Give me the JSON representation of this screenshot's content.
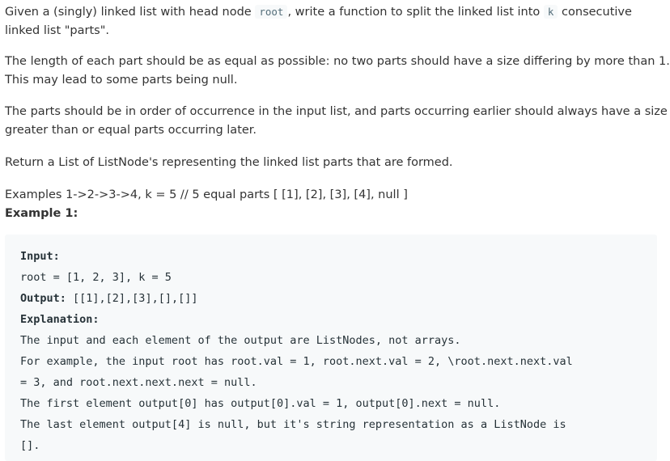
{
  "para1": {
    "part1": "Given a (singly) linked list with head node ",
    "code1": "root",
    "part2": ", write a function to split the linked list into ",
    "code2": "k",
    "part3": " consecutive",
    "line2": "linked list \"parts\"."
  },
  "para2": {
    "line1": "The length of each part should be as equal as possible: no two parts should have a size differing by more than 1.",
    "line2": "This may lead to some parts being null."
  },
  "para3": {
    "line1": "The parts should be in order of occurrence in the input list, and parts occurring earlier should always have a size",
    "line2": "greater than or equal parts occurring later."
  },
  "para4": "Return a List of ListNode's representing the linked list parts that are formed.",
  "examples_line": "Examples 1->2->3->4, k = 5 // 5 equal parts [ [1], [2], [3], [4], null ]",
  "example_heading": "Example 1:",
  "code_block": {
    "input_label": "Input:",
    "input_value": "root = [1, 2, 3], k = 5",
    "output_label": "Output:",
    "output_value": " [[1],[2],[3],[],[]]",
    "explanation_label": "Explanation:",
    "lines": [
      "The input and each element of the output are ListNodes, not arrays.",
      "For example, the input root has root.val = 1, root.next.val = 2, \\root.next.next.val",
      "= 3, and root.next.next.next = null.",
      "The first element output[0] has output[0].val = 1, output[0].next = null.",
      "The last element output[4] is null, but it's string representation as a ListNode is",
      "[]."
    ]
  }
}
